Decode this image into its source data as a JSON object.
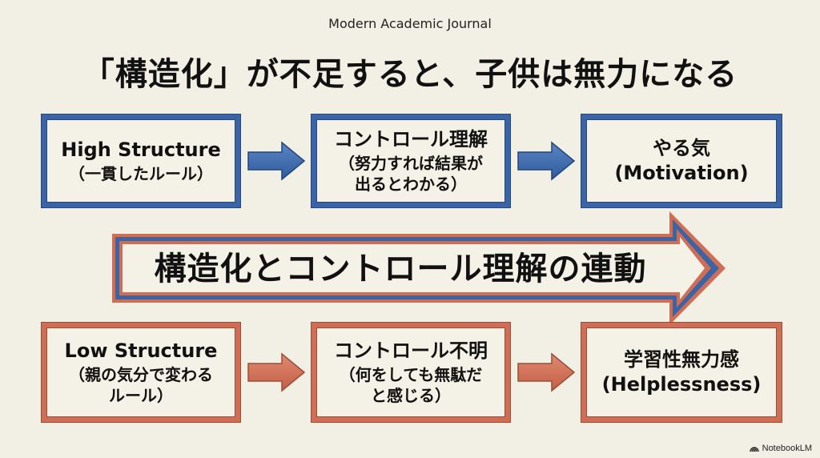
{
  "header": {
    "journal_name": "Modern Academic Journal",
    "title": "「構造化」が不足すると、子供は無力になる"
  },
  "colors": {
    "background": "#f2efe4",
    "positive_blue": "#3a64a6",
    "negative_orange": "#cf6e55"
  },
  "top_row": [
    {
      "line1": "High Structure",
      "line2": "（一貫したルール）",
      "line3": ""
    },
    {
      "line1": "コントロール理解",
      "line2": "（努力すれば結果が",
      "line3": "出るとわかる）"
    },
    {
      "line1": "やる気",
      "line2": "(Motivation)",
      "line3": ""
    }
  ],
  "bottom_row": [
    {
      "line1": "Low Structure",
      "line2": "（親の気分で変わる",
      "line3": "ルール）"
    },
    {
      "line1": "コントロール不明",
      "line2": "（何をしても無駄だ",
      "line3": "と感じる）"
    },
    {
      "line1": "学習性無力感",
      "line2": "(Helplessness)",
      "line3": ""
    }
  ],
  "center_arrow": {
    "label": "構造化とコントロール理解の連動"
  },
  "brand": {
    "icon": "notebooklm-logo-icon",
    "name": "NotebookLM"
  }
}
